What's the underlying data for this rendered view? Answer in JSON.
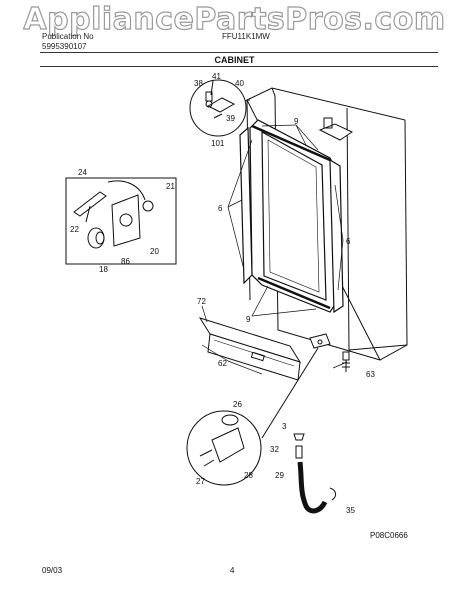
{
  "watermark": "AppliancePartsPros.com",
  "header": {
    "left_line1": "Publication No",
    "left_line2": "5995390107",
    "model": "FFU11K1MW",
    "section": "CABINET"
  },
  "footer": {
    "date": "09/03",
    "page": "4",
    "code": "P08C0666"
  },
  "callouts": {
    "c41": "41",
    "c38": "38",
    "c40": "40",
    "c39": "39",
    "c101": "101",
    "c9a": "9",
    "c24": "24",
    "c21": "21",
    "c22": "22",
    "c20": "20",
    "c18": "18",
    "c86": "86",
    "c6a": "6",
    "c6b": "6",
    "c72": "72",
    "c9b": "9",
    "c62": "62",
    "c63": "63",
    "c26": "26",
    "c28": "28",
    "c27": "27",
    "c3": "3",
    "c32": "32",
    "c29": "29",
    "c35": "35"
  }
}
